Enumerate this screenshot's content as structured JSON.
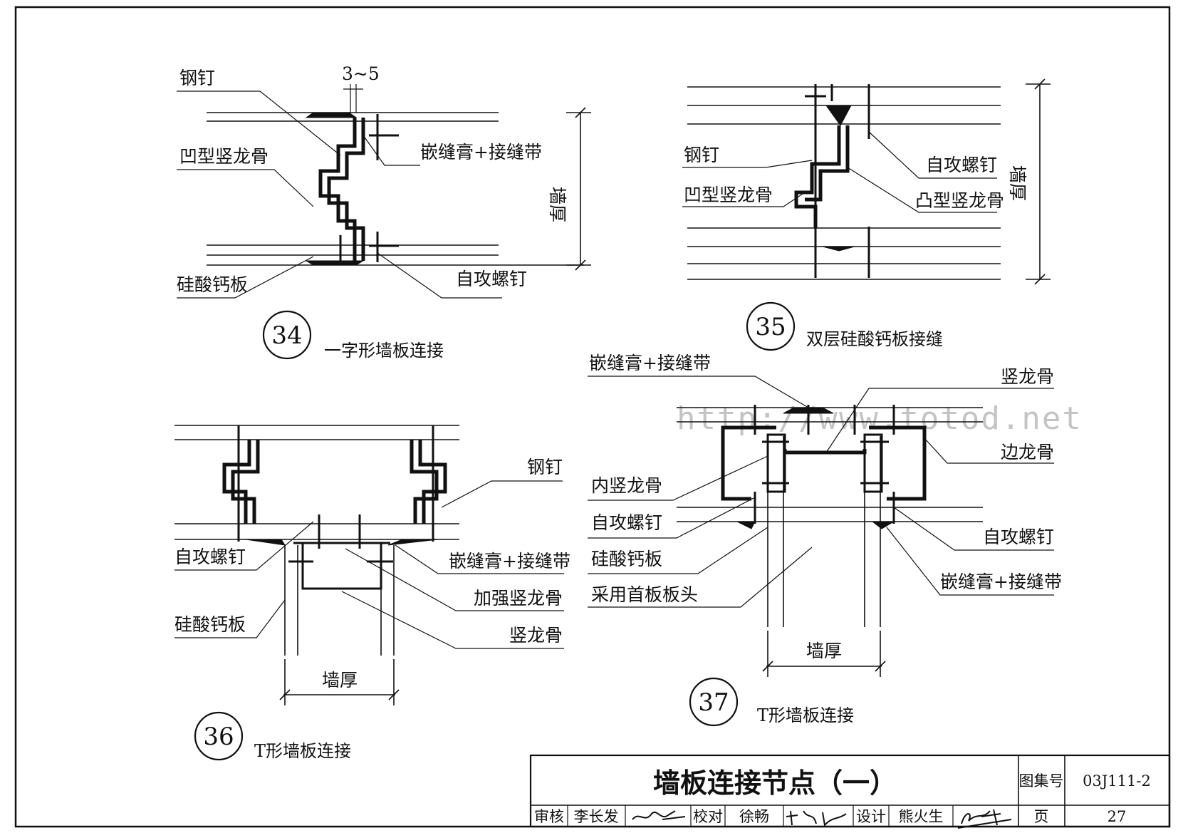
{
  "watermark": "http://www.totod.net",
  "details": [
    {
      "number": "34",
      "caption": "一字形墙板连接",
      "labels": {
        "steel_nail": "钢钉",
        "dim": "3~5",
        "concave_stud": "凹型竖龙骨",
        "caulk_tape": "嵌缝膏+接缝带",
        "wall_thickness": "墙厚",
        "board": "硅酸钙板",
        "screw": "自攻螺钉"
      }
    },
    {
      "number": "35",
      "caption": "双层硅酸钙板接缝",
      "labels": {
        "steel_nail": "钢钉",
        "concave_stud": "凹型竖龙骨",
        "screw": "自攻螺钉",
        "convex_stud": "凸型竖龙骨",
        "wall_thickness": "墙厚"
      }
    },
    {
      "number": "36",
      "caption": "T形墙板连接",
      "labels": {
        "steel_nail": "钢钉",
        "screw": "自攻螺钉",
        "caulk_tape": "嵌缝膏+接缝带",
        "reinforced_stud": "加强竖龙骨",
        "board": "硅酸钙板",
        "stud": "竖龙骨",
        "wall_thickness": "墙厚"
      }
    },
    {
      "number": "37",
      "caption": "T形墙板连接",
      "labels": {
        "caulk_tape_top": "嵌缝膏+接缝带",
        "stud": "竖龙骨",
        "edge_stud": "边龙骨",
        "inner_stud": "内竖龙骨",
        "screw_left": "自攻螺钉",
        "screw_right": "自攻螺钉",
        "board": "硅酸钙板",
        "first_board_head": "采用首板板头",
        "caulk_tape_right": "嵌缝膏+接缝带",
        "wall_thickness": "墙厚"
      }
    }
  ],
  "title_block": {
    "title": "墙板连接节点（一）",
    "atlas_label": "图集号",
    "atlas_no": "03J111-2",
    "review_label": "审核",
    "reviewer": "李长发",
    "check_label": "校对",
    "checker": "徐畅",
    "design_label": "设计",
    "designer": "熊火生",
    "page_label": "页",
    "page_no": "27"
  }
}
